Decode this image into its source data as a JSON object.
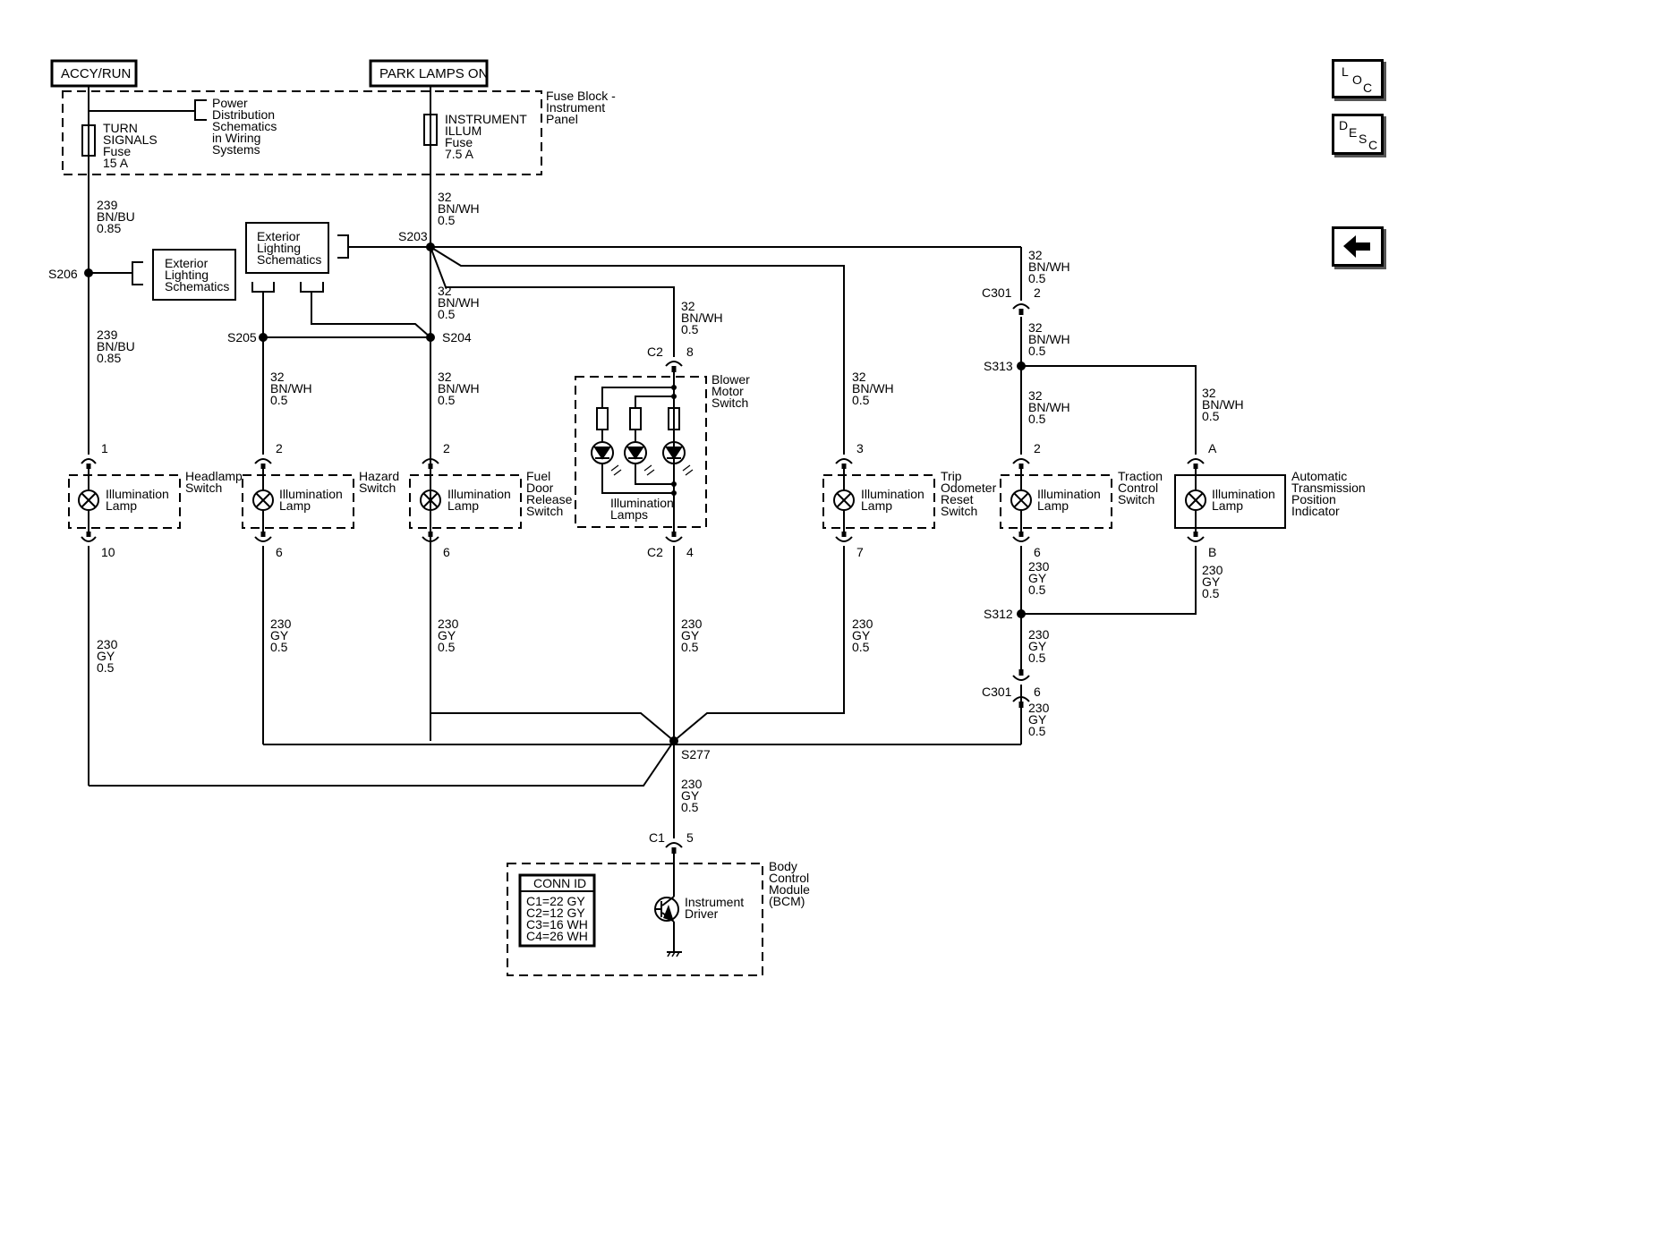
{
  "supplies": {
    "accy_run": "ACCY/RUN",
    "park_lamps_on": "PARK LAMPS ON"
  },
  "fuse_block": {
    "label": [
      "Fuse Block -",
      "Instrument",
      "Panel"
    ],
    "turn_fuse": [
      "TURN",
      "SIGNALS",
      "Fuse",
      "15 A"
    ],
    "illum_fuse": [
      "INSTRUMENT",
      "ILLUM",
      "Fuse",
      "7.5 A"
    ],
    "power_dist": [
      "Power",
      "Distribution",
      "Schematics",
      "in Wiring",
      "Systems"
    ]
  },
  "refs": {
    "ext_lighting": [
      "Exterior",
      "Lighting",
      "Schematics"
    ]
  },
  "wires": {
    "w239": [
      "239",
      "BN/BU",
      "0.85"
    ],
    "w32": [
      "32",
      "BN/WH",
      "0.5"
    ],
    "w230": [
      "230",
      "GY",
      "0.5"
    ]
  },
  "splices": {
    "s203": "S203",
    "s204": "S204",
    "s205": "S205",
    "s206": "S206",
    "s277": "S277",
    "s312": "S312",
    "s313": "S313"
  },
  "connectors": {
    "c1": "C1",
    "c2": "C2",
    "c301": "C301"
  },
  "pins": {
    "p1": "1",
    "p2": "2",
    "p3": "3",
    "p4": "4",
    "p5": "5",
    "p6": "6",
    "p7": "7",
    "p8": "8",
    "p10": "10",
    "pA": "A",
    "pB": "B"
  },
  "lamp_label": [
    "Illumination",
    "Lamp"
  ],
  "lamps_label": [
    "Illumination",
    "Lamps"
  ],
  "components": {
    "headlamp": [
      "Headlamp",
      "Switch"
    ],
    "hazard": [
      "Hazard",
      "Switch"
    ],
    "fuel_door": [
      "Fuel",
      "Door",
      "Release",
      "Switch"
    ],
    "blower": [
      "Blower",
      "Motor",
      "Switch"
    ],
    "trip": [
      "Trip",
      "Odometer",
      "Reset",
      "Switch"
    ],
    "traction": [
      "Traction",
      "Control",
      "Switch"
    ],
    "atpi": [
      "Automatic",
      "Transmission",
      "Position",
      "Indicator"
    ],
    "bcm": [
      "Body",
      "Control",
      "Module",
      "(BCM)"
    ],
    "driver": [
      "Instrument",
      "Driver"
    ]
  },
  "conn_id": {
    "title": "CONN ID",
    "rows": [
      "C1=22 GY",
      "C2=12 GY",
      "C3=16 WH",
      "C4=26 WH"
    ]
  },
  "nav": {
    "loc": [
      "L",
      "O",
      "C"
    ],
    "desc": [
      "D",
      "E",
      "S",
      "C"
    ],
    "back_icon": "left-arrow-icon"
  }
}
